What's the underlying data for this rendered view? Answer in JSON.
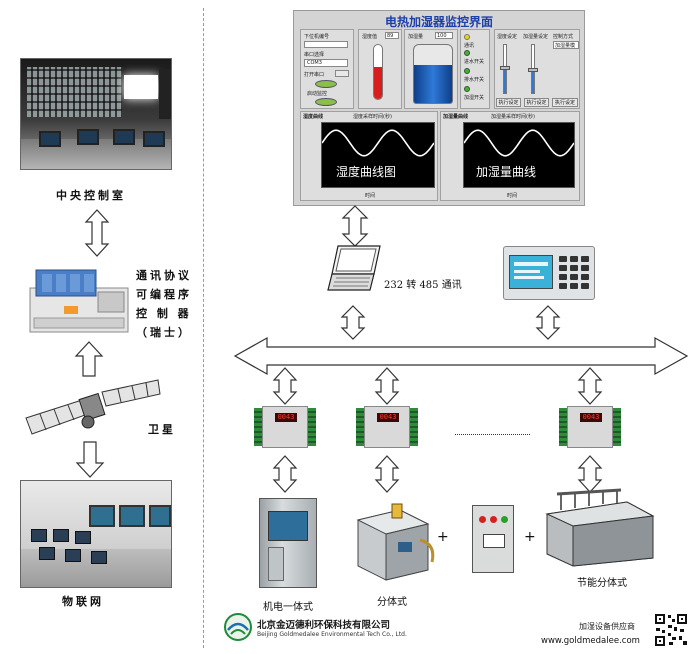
{
  "left": {
    "control_room_label": "中央控制室",
    "plc_label_lines": [
      "通讯协议",
      "可编程序",
      "控 制 器",
      "（瑞士）"
    ],
    "satellite_label": "卫星",
    "iot_label": "物联网"
  },
  "hmi": {
    "title": "电热加湿器监控界面",
    "left_labels": [
      "下位机编号",
      "串口选择",
      "打开串口",
      "启动监控"
    ],
    "port_value": "COM3",
    "humidity_label": "湿度值",
    "humidity_value": "89",
    "humidify_label": "加湿量",
    "humidify_value": "100",
    "status_labels": [
      "通讯",
      "进水开关",
      "排水开关",
      "加湿开关"
    ],
    "setting_labels": [
      "湿度设定",
      "加湿量设定",
      "控制方式"
    ],
    "control_mode": "加湿量模",
    "exec_buttons": [
      "执行设定",
      "执行设定",
      "执行设定"
    ],
    "curve1_header": "湿度曲线",
    "curve1_sub": "湿度采样时间(秒)",
    "curve2_header": "加湿量曲线",
    "curve2_sub": "加湿量采样时间(秒)",
    "chart1_text": "湿度曲线图",
    "chart2_text": "加湿量曲线",
    "time_label": "时间"
  },
  "bus": {
    "comm_label": "232 转 485 通讯",
    "controller_display": "0043"
  },
  "devices": {
    "captions": [
      "机电一体式",
      "分体式",
      "节能分体式"
    ],
    "plus_signs": [
      "+",
      "+"
    ]
  },
  "footer": {
    "company_cn": "北京金迈德利环保科技有限公司",
    "company_en": "Beijing Goldmedalee Environmental Tech Co., Ltd.",
    "supplier": "加湿设备供应商",
    "website": "www.goldmedalee.com"
  },
  "colors": {
    "hmi_title": "#1f3fa8",
    "humidity_fill": "#d91c1c",
    "tank_fill": "#1e5fbf",
    "led_green": "#44b030",
    "led_yellow": "#e8d020",
    "display_red": "#ff3b2e"
  }
}
